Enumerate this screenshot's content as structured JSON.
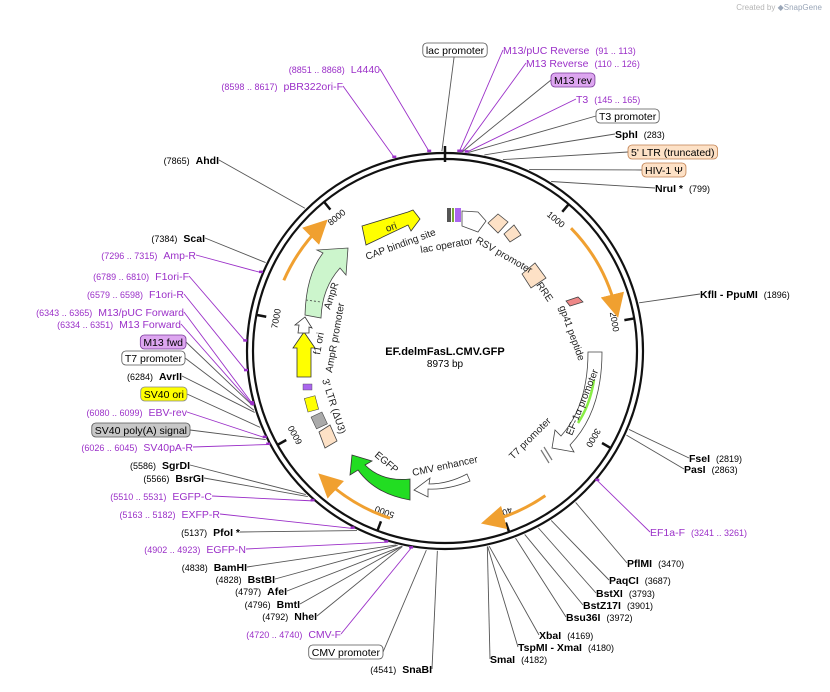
{
  "credit": {
    "prefix": "Created by",
    "brand": "SnapGene"
  },
  "plasmid": {
    "name": "EF.delmFasL.CMV.GFP",
    "size": "8973 bp",
    "length": 8973
  },
  "colors": {
    "primer": "#9b30c8",
    "enzyme": "#000000",
    "ring": "#111111",
    "ori": "#ffff00",
    "egfp": "#22dd22",
    "orange": "#f0a030",
    "box_orange": "#fde1c6",
    "box_purple": "#dda6f0",
    "box_yellow": "#ffff00",
    "box_gray": "#c8c8c8",
    "green_feature": "#88ee44"
  },
  "ticks": [
    {
      "pos": 1000,
      "label": "1000"
    },
    {
      "pos": 2000,
      "label": "2000"
    },
    {
      "pos": 3000,
      "label": "3000"
    },
    {
      "pos": 4000,
      "label": "4000"
    },
    {
      "pos": 5000,
      "label": "5000"
    },
    {
      "pos": 6000,
      "label": "6000"
    },
    {
      "pos": 7000,
      "label": "7000"
    },
    {
      "pos": 8000,
      "label": "8000"
    }
  ],
  "inner_labels": [
    {
      "text": "ori"
    },
    {
      "text": "CAP binding site"
    },
    {
      "text": "lac operator"
    },
    {
      "text": "RSV promoter"
    },
    {
      "text": "RRE"
    },
    {
      "text": "gp41 peptide"
    },
    {
      "text": "EF-1α promoter"
    },
    {
      "text": "T7 promoter"
    },
    {
      "text": "CMV enhancer"
    },
    {
      "text": "EGFP"
    },
    {
      "text": "3' LTR (ΔU3)"
    },
    {
      "text": "f1 ori"
    },
    {
      "text": "AmpR promoter"
    },
    {
      "text": "AmpR"
    }
  ],
  "labels": [
    {
      "kind": "feature",
      "style": "white",
      "text": "lac promoter",
      "pos": 8951
    },
    {
      "kind": "primer",
      "text": "M13/pUC Reverse",
      "range": "(91 .. 113)",
      "pos": 102
    },
    {
      "kind": "primer",
      "text": "M13 Reverse",
      "range": "(110 .. 126)",
      "pos": 118
    },
    {
      "kind": "feature",
      "style": "purple",
      "text": "M13 rev",
      "pos": 125
    },
    {
      "kind": "primer",
      "text": "T3",
      "range": "(145 .. 165)",
      "pos": 155
    },
    {
      "kind": "feature",
      "style": "white",
      "text": "T3 promoter",
      "pos": 168
    },
    {
      "kind": "enzyme",
      "text": "SphI",
      "num": "(283)",
      "pos": 283
    },
    {
      "kind": "feature",
      "style": "orange",
      "text": "5' LTR (truncated)",
      "pos": 420
    },
    {
      "kind": "feature",
      "style": "orange",
      "text": "HIV-1 Ψ",
      "pos": 620
    },
    {
      "kind": "enzyme",
      "text": "NruI *",
      "num": "(799)",
      "pos": 799
    },
    {
      "kind": "enzyme",
      "text": "KflI  - PpuMI",
      "num": "(1896)",
      "pos": 1896
    },
    {
      "kind": "enzyme",
      "text": "FseI",
      "num": "(2819)",
      "pos": 2819
    },
    {
      "kind": "enzyme",
      "text": "PasI",
      "num": "(2863)",
      "pos": 2863
    },
    {
      "kind": "primer",
      "text": "EF1a-F",
      "range": "(3241 .. 3261)",
      "pos": 3250
    },
    {
      "kind": "enzyme",
      "text": "PflMI",
      "num": "(3470)",
      "pos": 3470
    },
    {
      "kind": "enzyme",
      "text": "PaqCI",
      "num": "(3687)",
      "pos": 3687
    },
    {
      "kind": "enzyme",
      "text": "BstXI",
      "num": "(3793)",
      "pos": 3793
    },
    {
      "kind": "enzyme",
      "text": "BstZ17I",
      "num": "(3901)",
      "pos": 3901
    },
    {
      "kind": "enzyme",
      "text": "Bsu36I",
      "num": "(3972)",
      "pos": 3972
    },
    {
      "kind": "enzyme",
      "text": "XbaI",
      "num": "(4169)",
      "pos": 4169
    },
    {
      "kind": "enzyme",
      "text": "TspMI  - XmaI",
      "num": "(4180)",
      "pos": 4180
    },
    {
      "kind": "enzyme",
      "text": "SmaI",
      "num": "(4182)",
      "pos": 4182
    },
    {
      "kind": "enzyme",
      "text": "SnaBI",
      "num": "(4541)",
      "pos": 4541
    },
    {
      "kind": "feature",
      "style": "white",
      "text": "CMV promoter",
      "pos": 4620
    },
    {
      "kind": "primer",
      "text": "CMV-F",
      "range": "(4720 .. 4740)",
      "pos": 4730
    },
    {
      "kind": "enzyme",
      "text": "NheI",
      "num": "(4792)",
      "pos": 4792
    },
    {
      "kind": "enzyme",
      "text": "BmtI",
      "num": "(4796)",
      "pos": 4796
    },
    {
      "kind": "enzyme",
      "text": "AfeI",
      "num": "(4797)",
      "pos": 4797
    },
    {
      "kind": "enzyme",
      "text": "BstBI",
      "num": "(4828)",
      "pos": 4828
    },
    {
      "kind": "enzyme",
      "text": "BamHI",
      "num": "(4838)",
      "pos": 4838
    },
    {
      "kind": "primer",
      "text": "EGFP-N",
      "range": "(4902 .. 4923)",
      "pos": 4912
    },
    {
      "kind": "enzyme",
      "text": "PfoI *",
      "num": "(5137)",
      "pos": 5137
    },
    {
      "kind": "primer",
      "text": "EXFP-R",
      "range": "(5163 .. 5182)",
      "pos": 5172
    },
    {
      "kind": "primer",
      "text": "EGFP-C",
      "range": "(5510 .. 5531)",
      "pos": 5520
    },
    {
      "kind": "enzyme",
      "text": "BsrGI",
      "num": "(5566)",
      "pos": 5566
    },
    {
      "kind": "enzyme",
      "text": "SgrDI",
      "num": "(5586)",
      "pos": 5586
    },
    {
      "kind": "primer",
      "text": "SV40pA-R",
      "range": "(6026 .. 6045)",
      "pos": 6035
    },
    {
      "kind": "feature",
      "style": "gray",
      "text": "SV40 poly(A) signal",
      "pos": 6075
    },
    {
      "kind": "primer",
      "text": "EBV-rev",
      "range": "(6080 .. 6099)",
      "pos": 6090
    },
    {
      "kind": "feature",
      "style": "yellow",
      "text": "SV40 ori",
      "pos": 6170
    },
    {
      "kind": "enzyme",
      "text": "AvrII",
      "num": "(6284)",
      "pos": 6284
    },
    {
      "kind": "feature",
      "style": "white",
      "text": "T7 promoter",
      "pos": 6300
    },
    {
      "kind": "feature",
      "style": "purple",
      "text": "M13 fwd",
      "pos": 6335
    },
    {
      "kind": "primer",
      "text": "M13 Forward",
      "range": "(6334 .. 6351)",
      "pos": 6342
    },
    {
      "kind": "primer",
      "text": "M13/pUC Forward",
      "range": "(6343 .. 6365)",
      "pos": 6354
    },
    {
      "kind": "primer",
      "text": "F1ori-R",
      "range": "(6579 .. 6598)",
      "pos": 6588
    },
    {
      "kind": "primer",
      "text": "F1ori-F",
      "range": "(6789 .. 6810)",
      "pos": 6800
    },
    {
      "kind": "primer",
      "text": "Amp-R",
      "range": "(7296 .. 7315)",
      "pos": 7305
    },
    {
      "kind": "enzyme",
      "text": "ScaI",
      "num": "(7384)",
      "pos": 7384
    },
    {
      "kind": "enzyme",
      "text": "AhdI",
      "num": "(7865)",
      "pos": 7865
    },
    {
      "kind": "primer",
      "text": "pBR322ori-F",
      "range": "(8598 .. 8617)",
      "pos": 8607
    },
    {
      "kind": "primer",
      "text": "L4440",
      "range": "(8851 .. 8868)",
      "pos": 8860
    }
  ]
}
